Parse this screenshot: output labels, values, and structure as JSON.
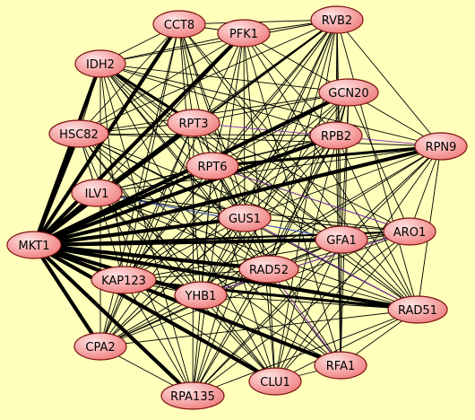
{
  "colors": {
    "background": "#ffffbb",
    "node_fill_light": "#ffe2e2",
    "node_fill_dark": "#f07f7f",
    "node_stroke": "#7a1010",
    "edge": "#000000",
    "edge_alt_purple": "#8a3cb4",
    "edge_alt_blue": "#3c5ad2"
  },
  "graph": {
    "type": "protein-interaction-network",
    "nodes": [
      {
        "id": "MKT1"
      },
      {
        "id": "CCT8"
      },
      {
        "id": "PFK1"
      },
      {
        "id": "RVB2"
      },
      {
        "id": "IDH2"
      },
      {
        "id": "GCN20"
      },
      {
        "id": "HSC82"
      },
      {
        "id": "RPT3"
      },
      {
        "id": "RPB2"
      },
      {
        "id": "RPN9"
      },
      {
        "id": "RPT6"
      },
      {
        "id": "ILV1"
      },
      {
        "id": "GUS1"
      },
      {
        "id": "GFA1"
      },
      {
        "id": "ARO1"
      },
      {
        "id": "RAD52"
      },
      {
        "id": "KAP123"
      },
      {
        "id": "YHB1"
      },
      {
        "id": "RAD51"
      },
      {
        "id": "CPA2"
      },
      {
        "id": "RFA1"
      },
      {
        "id": "CLU1"
      },
      {
        "id": "RPA135"
      }
    ],
    "hub_edges": [
      {
        "to": "CCT8",
        "weight": "heavy"
      },
      {
        "to": "PFK1",
        "weight": "heavy"
      },
      {
        "to": "RVB2",
        "weight": "medium"
      },
      {
        "to": "IDH2",
        "weight": "heavy"
      },
      {
        "to": "GCN20",
        "weight": "heavy"
      },
      {
        "to": "HSC82",
        "weight": "heavy"
      },
      {
        "to": "RPT3",
        "weight": "heavy"
      },
      {
        "to": "RPB2",
        "weight": "heavy"
      },
      {
        "to": "RPN9",
        "weight": "heavy"
      },
      {
        "to": "RPT6",
        "weight": "heavy"
      },
      {
        "to": "ILV1",
        "weight": "heavy"
      },
      {
        "to": "GUS1",
        "weight": "heavy"
      },
      {
        "to": "GFA1",
        "weight": "heavy"
      },
      {
        "to": "ARO1",
        "weight": "medium"
      },
      {
        "to": "RAD52",
        "weight": "heavy"
      },
      {
        "to": "KAP123",
        "weight": "heavy"
      },
      {
        "to": "YHB1",
        "weight": "heavy"
      },
      {
        "to": "RAD51",
        "weight": "heavy"
      },
      {
        "to": "CPA2",
        "weight": "heavy"
      },
      {
        "to": "RFA1",
        "weight": "heavy"
      },
      {
        "to": "CLU1",
        "weight": "heavy"
      },
      {
        "to": "RPA135",
        "weight": "heavy"
      }
    ],
    "extra_heavy_edges": [
      [
        "KAP123",
        "RAD51"
      ],
      [
        "RPT6",
        "RPN9"
      ],
      [
        "IDH2",
        "RPT3"
      ]
    ],
    "colored_edges": [
      {
        "from": "RPT3",
        "to": "RPN9",
        "color": "purple"
      },
      {
        "from": "RPT6",
        "to": "ARO1",
        "color": "purple"
      },
      {
        "from": "GUS1",
        "to": "RAD51",
        "color": "purple"
      },
      {
        "from": "RAD52",
        "to": "RFA1",
        "color": "purple"
      },
      {
        "from": "ILV1",
        "to": "GFA1",
        "color": "blue"
      },
      {
        "from": "YHB1",
        "to": "ARO1",
        "color": "purple"
      }
    ],
    "dense_mesh": true
  }
}
